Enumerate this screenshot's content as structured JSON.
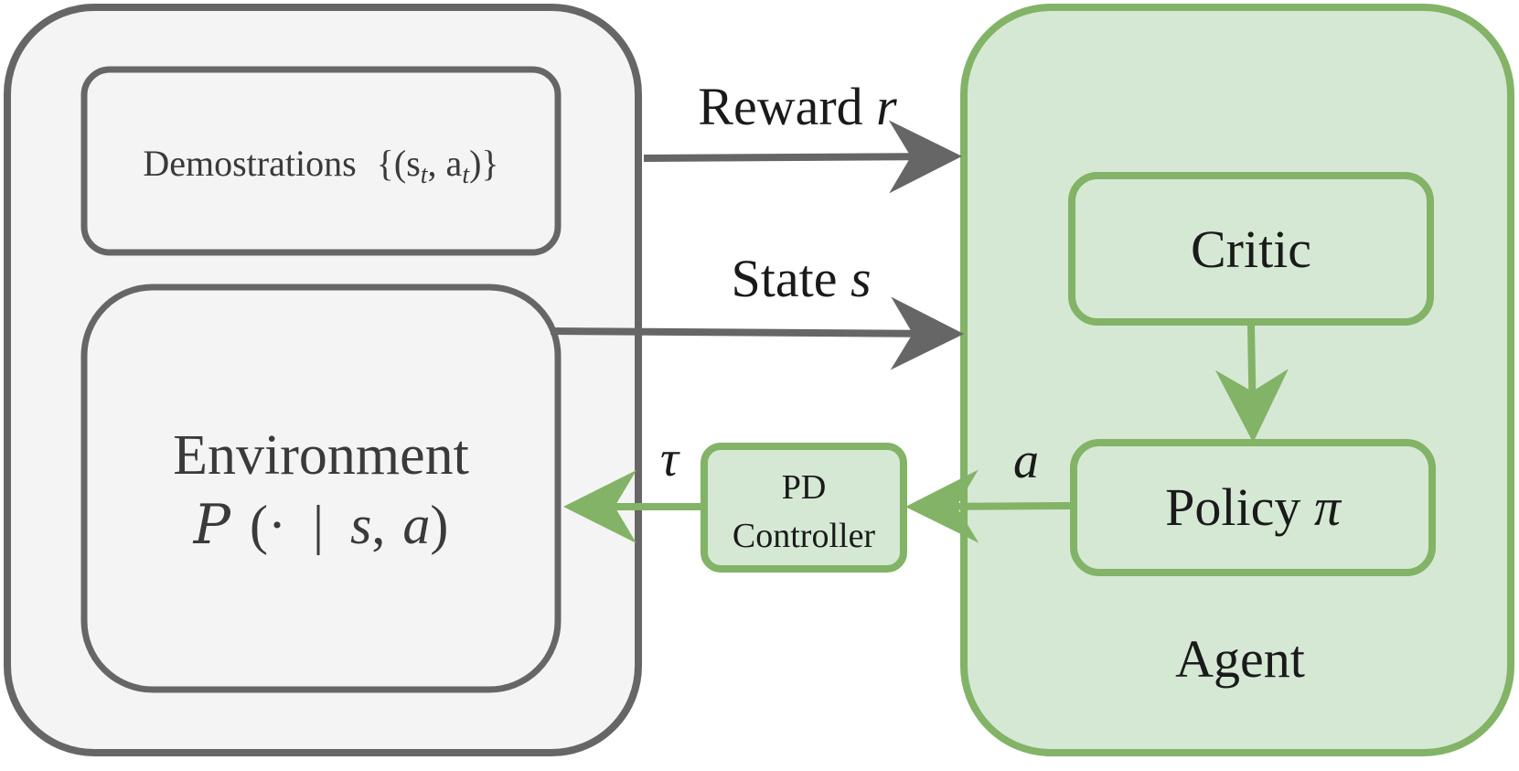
{
  "colors": {
    "gray_stroke": "#666666",
    "gray_fill": "#f4f4f4",
    "green_stroke": "#82b366",
    "green_fill": "#d5e8d4",
    "text_dark": "#1a1a1a",
    "text_gray": "#3a3a3a"
  },
  "nodes": {
    "demonstrations": {
      "text": "Demostrations",
      "math": "{(s",
      "sub1": "t",
      "math_mid": ", a",
      "sub2": "t",
      "math_end": ")}"
    },
    "environment": {
      "title": "Environment",
      "math_P": "P",
      "math_rest_open": "(·",
      "math_bar": "|",
      "math_s": "s",
      "math_comma": ",",
      "math_a": "a",
      "math_close": ")"
    },
    "pd_controller": {
      "line1": "PD",
      "line2": "Controller"
    },
    "agent": {
      "label": "Agent"
    },
    "critic": {
      "label": "Critic"
    },
    "policy": {
      "label": "Policy",
      "symbol": "π"
    }
  },
  "edges": {
    "reward": {
      "label": "Reward",
      "symbol": "r"
    },
    "state": {
      "label": "State",
      "symbol": "s"
    },
    "torque": {
      "symbol": "τ"
    },
    "action": {
      "symbol": "a"
    }
  }
}
